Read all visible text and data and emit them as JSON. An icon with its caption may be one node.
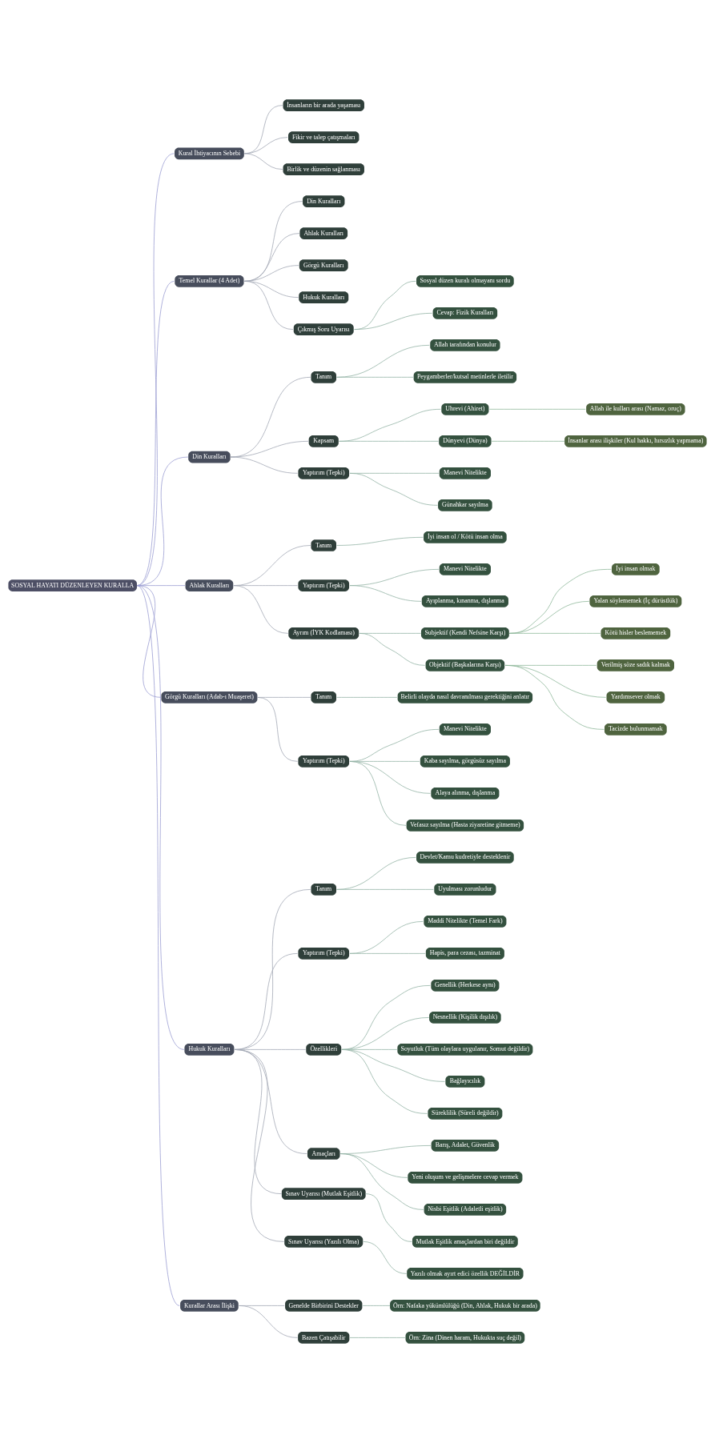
{
  "diagram": {
    "nodes": [
      {
        "text": [
          "SOSYAL HAYATI DÜZENLEYEN KURALLA"
        ]
      },
      {
        "text": [
          "Kural İhtiyacının Sebebi"
        ]
      },
      {
        "text": [
          "İnsanların bir arada yaşaması"
        ]
      },
      {
        "text": [
          "Fikir ve talep çatışmaları"
        ]
      },
      {
        "text": [
          "Birlik ve düzenin sağlanması"
        ]
      },
      {
        "text": [
          "Temel Kurallar (4 Adet)"
        ]
      },
      {
        "text": [
          "Din Kuralları"
        ]
      },
      {
        "text": [
          "Ahlak Kuralları"
        ]
      },
      {
        "text": [
          "Görgü Kuralları"
        ]
      },
      {
        "text": [
          "Hukuk Kuralları"
        ]
      },
      {
        "text": [
          "Çıkmış Soru Uyarısı"
        ]
      },
      {
        "text": [
          "Sosyal düzen kuralı olmayanı sordu"
        ]
      },
      {
        "text": [
          "Cevap: Fizik Kuralları"
        ]
      },
      {
        "text": [
          "Din Kuralları"
        ]
      },
      {
        "text": [
          "Tanım"
        ]
      },
      {
        "text": [
          "Allah tarafından konulur"
        ]
      },
      {
        "text": [
          "Peygamberler/kutsal metinlerle iletilir"
        ]
      },
      {
        "text": [
          "Kapsam"
        ]
      },
      {
        "text": [
          "Uhrevi (Ahiret)"
        ]
      },
      {
        "text": [
          "Allah ile kulları arası (Namaz, oruç)"
        ]
      },
      {
        "text": [
          "Dünyevi (Dünya)"
        ]
      },
      {
        "text": [
          "İnsanlar arası ilişkiler (Kul hakkı, hırsızlık yapmama)"
        ]
      },
      {
        "text": [
          "Yaptırım (Tepki)"
        ]
      },
      {
        "text": [
          "Manevi Nitelikte"
        ]
      },
      {
        "text": [
          "Günahkar sayılma"
        ]
      },
      {
        "text": [
          "Ahlak Kuralları"
        ]
      },
      {
        "text": [
          "Tanım"
        ]
      },
      {
        "text": [
          "İyi insan ol / Kötü insan olma"
        ]
      },
      {
        "text": [
          "Yaptırım (Tepki)"
        ]
      },
      {
        "text": [
          "Manevi Nitelikte"
        ]
      },
      {
        "text": [
          "Ayıplanma, kınanma, dışlanma"
        ]
      },
      {
        "text": [
          "Ayrım (İYK Kodlaması)"
        ]
      },
      {
        "text": [
          "Subjektif (Kendi Nefsine Karşı)"
        ]
      },
      {
        "text": [
          "İyi insan olmak"
        ]
      },
      {
        "text": [
          "Yalan söylememek (İç dürüstlük)"
        ]
      },
      {
        "text": [
          "Kötü hisler beslememek"
        ]
      },
      {
        "text": [
          "Objektif (Başkalarına Karşı)"
        ]
      },
      {
        "text": [
          "Verilmiş söze sadık kalmak"
        ]
      },
      {
        "text": [
          "Yardımsever olmak"
        ]
      },
      {
        "text": [
          "Tacizde bulunmamak"
        ]
      },
      {
        "text": [
          "Görgü Kuralları (Adab-ı Muaşeret)"
        ]
      },
      {
        "text": [
          "Tanım"
        ]
      },
      {
        "text": [
          "Belirli olayda nasıl davranılması gerektiğini anlatır"
        ]
      },
      {
        "text": [
          "Yaptırım (Tepki)"
        ]
      },
      {
        "text": [
          "Manevi Nitelikte"
        ]
      },
      {
        "text": [
          "Kaba sayılma, görgüsüz sayılma"
        ]
      },
      {
        "text": [
          "Alaya alınma, dışlanma"
        ]
      },
      {
        "text": [
          "Vefasız sayılma (Hasta ziyaretine gitmeme)"
        ]
      },
      {
        "text": [
          "Hukuk Kuralları"
        ]
      },
      {
        "text": [
          "Tanım"
        ]
      },
      {
        "text": [
          "Devlet/Kamu kudretiyle desteklenir"
        ]
      },
      {
        "text": [
          "Uyulması zorunludur"
        ]
      },
      {
        "text": [
          "Yaptırım (Tepki)"
        ]
      },
      {
        "text": [
          "Maddi Nitelikte (Temel Fark)"
        ]
      },
      {
        "text": [
          "Hapis, para cezası, tazminat"
        ]
      },
      {
        "text": [
          "Özellikleri"
        ]
      },
      {
        "text": [
          "Genellik (Herkese aynı)"
        ]
      },
      {
        "text": [
          "Nesnellik (Kişilik dışılık)"
        ]
      },
      {
        "text": [
          "Soyutluk (Tüm olaylara uygulanır, Somut değildir)"
        ]
      },
      {
        "text": [
          "Bağlayıcılık"
        ]
      },
      {
        "text": [
          "Süreklilik (Süreli değildir)"
        ]
      },
      {
        "text": [
          "Amaçları"
        ]
      },
      {
        "text": [
          "Barış, Adalet, Güvenlik"
        ]
      },
      {
        "text": [
          "Yeni oluşum ve gelişmelere cevap vermek"
        ]
      },
      {
        "text": [
          "Nisbi Eşitlik (Adaletli eşitlik)"
        ]
      },
      {
        "text": [
          "Sınav Uyarısı (Mutlak Eşitlik)"
        ]
      },
      {
        "text": [
          "Mutlak Eşitlik amaçlardan biri değildir"
        ]
      },
      {
        "text": [
          "Sınav Uyarısı (Yazılı Olma)"
        ]
      },
      {
        "text": [
          "Yazılı olmak ayırt edici özellik DEĞİLDİR"
        ]
      },
      {
        "text": [
          "Kurallar Arası İlişki"
        ]
      },
      {
        "text": [
          "Genelde Birbirini Destekler"
        ]
      },
      {
        "text": [
          "Örn: Nafaka yükümlülüğü (Din, Ahlak, Hukuk bir arada)"
        ]
      },
      {
        "text": [
          "Bazen Çatışabilir"
        ]
      },
      {
        "text": [
          "Örn: Zina (Dinen haram, Hukukta suç değil)"
        ]
      }
    ],
    "edges": [
      {
        "from": 0,
        "to": 1,
        "arrow": "none",
        "color": "#9a9dd2"
      },
      {
        "from": 1,
        "to": 2,
        "arrow": "none",
        "color": "#a2a7b4"
      },
      {
        "from": 1,
        "to": 3,
        "arrow": "none",
        "color": "#a2a7b4"
      },
      {
        "from": 1,
        "to": 4,
        "arrow": "none",
        "color": "#a2a7b4"
      },
      {
        "from": 0,
        "to": 5,
        "arrow": "none",
        "color": "#9a9dd2"
      },
      {
        "from": 5,
        "to": 6,
        "arrow": "none",
        "color": "#a2a7b4"
      },
      {
        "from": 5,
        "to": 7,
        "arrow": "none",
        "color": "#a2a7b4"
      },
      {
        "from": 5,
        "to": 8,
        "arrow": "none",
        "color": "#a2a7b4"
      },
      {
        "from": 5,
        "to": 9,
        "arrow": "none",
        "color": "#a2a7b4"
      },
      {
        "from": 5,
        "to": 10,
        "arrow": "none",
        "color": "#a2a7b4"
      },
      {
        "from": 10,
        "to": 11,
        "arrow": "none"
      },
      {
        "from": 10,
        "to": 12,
        "arrow": "none"
      },
      {
        "from": 0,
        "to": 13,
        "arrow": "none",
        "color": "#9a9dd2"
      },
      {
        "from": 13,
        "to": 14,
        "arrow": "none",
        "color": "#a2a7b4"
      },
      {
        "from": 14,
        "to": 15,
        "arrow": "none"
      },
      {
        "from": 14,
        "to": 16,
        "arrow": "none"
      },
      {
        "from": 13,
        "to": 17,
        "arrow": "none",
        "color": "#a2a7b4"
      },
      {
        "from": 17,
        "to": 18,
        "arrow": "none"
      },
      {
        "from": 18,
        "to": 19,
        "arrow": "none",
        "color": "#8fb79a"
      },
      {
        "from": 17,
        "to": 20,
        "arrow": "none"
      },
      {
        "from": 20,
        "to": 21,
        "arrow": "none",
        "color": "#8fb79a"
      },
      {
        "from": 13,
        "to": 22,
        "arrow": "none",
        "color": "#a2a7b4"
      },
      {
        "from": 22,
        "to": 23,
        "arrow": "none"
      },
      {
        "from": 22,
        "to": 24,
        "arrow": "none"
      },
      {
        "from": 0,
        "to": 25,
        "arrow": "none",
        "color": "#9a9dd2"
      },
      {
        "from": 25,
        "to": 26,
        "arrow": "none",
        "color": "#a2a7b4"
      },
      {
        "from": 26,
        "to": 27,
        "arrow": "none"
      },
      {
        "from": 25,
        "to": 28,
        "arrow": "none",
        "color": "#a2a7b4"
      },
      {
        "from": 28,
        "to": 29,
        "arrow": "none"
      },
      {
        "from": 28,
        "to": 30,
        "arrow": "none"
      },
      {
        "from": 25,
        "to": 31,
        "arrow": "none",
        "color": "#a2a7b4"
      },
      {
        "from": 31,
        "to": 32,
        "arrow": "none"
      },
      {
        "from": 32,
        "to": 33,
        "arrow": "none",
        "color": "#8fb79a"
      },
      {
        "from": 32,
        "to": 34,
        "arrow": "none",
        "color": "#8fb79a"
      },
      {
        "from": 32,
        "to": 35,
        "arrow": "none",
        "color": "#8fb79a"
      },
      {
        "from": 31,
        "to": 36,
        "arrow": "none"
      },
      {
        "from": 36,
        "to": 37,
        "arrow": "none",
        "color": "#8fb79a"
      },
      {
        "from": 36,
        "to": 38,
        "arrow": "none",
        "color": "#8fb79a"
      },
      {
        "from": 36,
        "to": 39,
        "arrow": "none",
        "color": "#8fb79a"
      },
      {
        "from": 0,
        "to": 40,
        "arrow": "none",
        "color": "#9a9dd2"
      },
      {
        "from": 40,
        "to": 41,
        "arrow": "none",
        "color": "#a2a7b4"
      },
      {
        "from": 41,
        "to": 42,
        "arrow": "none"
      },
      {
        "from": 40,
        "to": 43,
        "arrow": "none",
        "color": "#a2a7b4"
      },
      {
        "from": 43,
        "to": 44,
        "arrow": "none"
      },
      {
        "from": 43,
        "to": 45,
        "arrow": "none"
      },
      {
        "from": 43,
        "to": 46,
        "arrow": "none"
      },
      {
        "from": 43,
        "to": 47,
        "arrow": "none"
      },
      {
        "from": 0,
        "to": 48,
        "arrow": "none",
        "color": "#9a9dd2"
      },
      {
        "from": 48,
        "to": 49,
        "arrow": "none",
        "color": "#a2a7b4"
      },
      {
        "from": 49,
        "to": 50,
        "arrow": "none"
      },
      {
        "from": 49,
        "to": 51,
        "arrow": "none"
      },
      {
        "from": 48,
        "to": 52,
        "arrow": "none",
        "color": "#a2a7b4"
      },
      {
        "from": 52,
        "to": 53,
        "arrow": "none"
      },
      {
        "from": 52,
        "to": 54,
        "arrow": "none"
      },
      {
        "from": 48,
        "to": 55,
        "arrow": "none",
        "color": "#a2a7b4"
      },
      {
        "from": 55,
        "to": 56,
        "arrow": "none"
      },
      {
        "from": 55,
        "to": 57,
        "arrow": "none"
      },
      {
        "from": 55,
        "to": 58,
        "arrow": "none"
      },
      {
        "from": 55,
        "to": 59,
        "arrow": "none"
      },
      {
        "from": 55,
        "to": 60,
        "arrow": "none"
      },
      {
        "from": 48,
        "to": 61,
        "arrow": "none",
        "color": "#a2a7b4"
      },
      {
        "from": 61,
        "to": 62,
        "arrow": "none"
      },
      {
        "from": 61,
        "to": 63,
        "arrow": "none"
      },
      {
        "from": 61,
        "to": 64,
        "arrow": "none"
      },
      {
        "from": 48,
        "to": 65,
        "arrow": "none",
        "color": "#a2a7b4"
      },
      {
        "from": 65,
        "to": 66,
        "arrow": "none"
      },
      {
        "from": 48,
        "to": 67,
        "arrow": "none",
        "color": "#a2a7b4"
      },
      {
        "from": 67,
        "to": 68,
        "arrow": "none"
      },
      {
        "from": 0,
        "to": 69,
        "arrow": "none",
        "color": "#9a9dd2"
      },
      {
        "from": 69,
        "to": 70,
        "arrow": "none",
        "color": "#a2a7b4"
      },
      {
        "from": 70,
        "to": 71,
        "arrow": "none"
      },
      {
        "from": 69,
        "to": 72,
        "arrow": "none",
        "color": "#a2a7b4"
      },
      {
        "from": 72,
        "to": 73,
        "arrow": "none"
      }
    ]
  }
}
